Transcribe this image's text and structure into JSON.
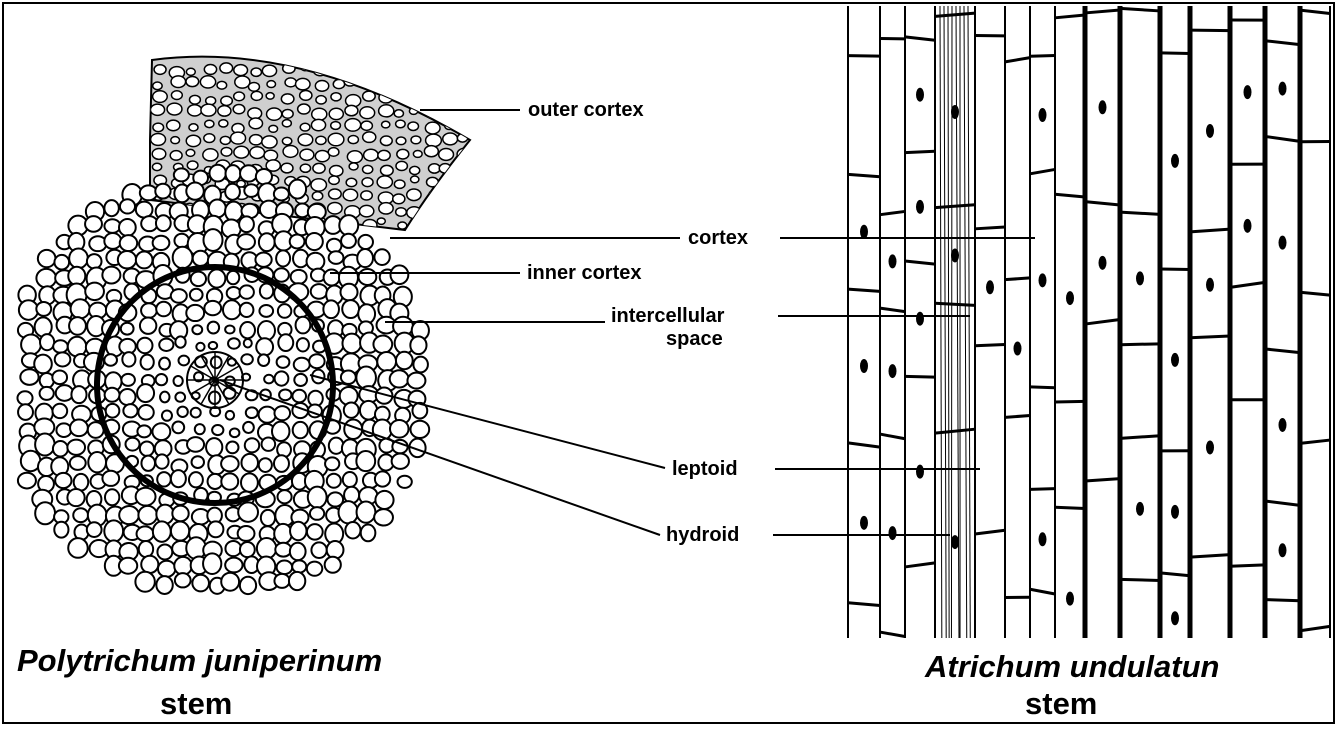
{
  "labels": {
    "outer_cortex": "outer cortex",
    "cortex": "cortex",
    "inner_cortex": "inner cortex",
    "intercellular_line1": "intercellular",
    "intercellular_line2": "space",
    "leptoid": "leptoid",
    "hydroid": "hydroid"
  },
  "left_specimen": {
    "genus_species": "Polytrichum juniperinum",
    "part": "stem"
  },
  "right_specimen": {
    "genus_species": "Atrichum undulatun",
    "part": "stem"
  },
  "colors": {
    "ink": "#000000",
    "paper": "#ffffff"
  }
}
